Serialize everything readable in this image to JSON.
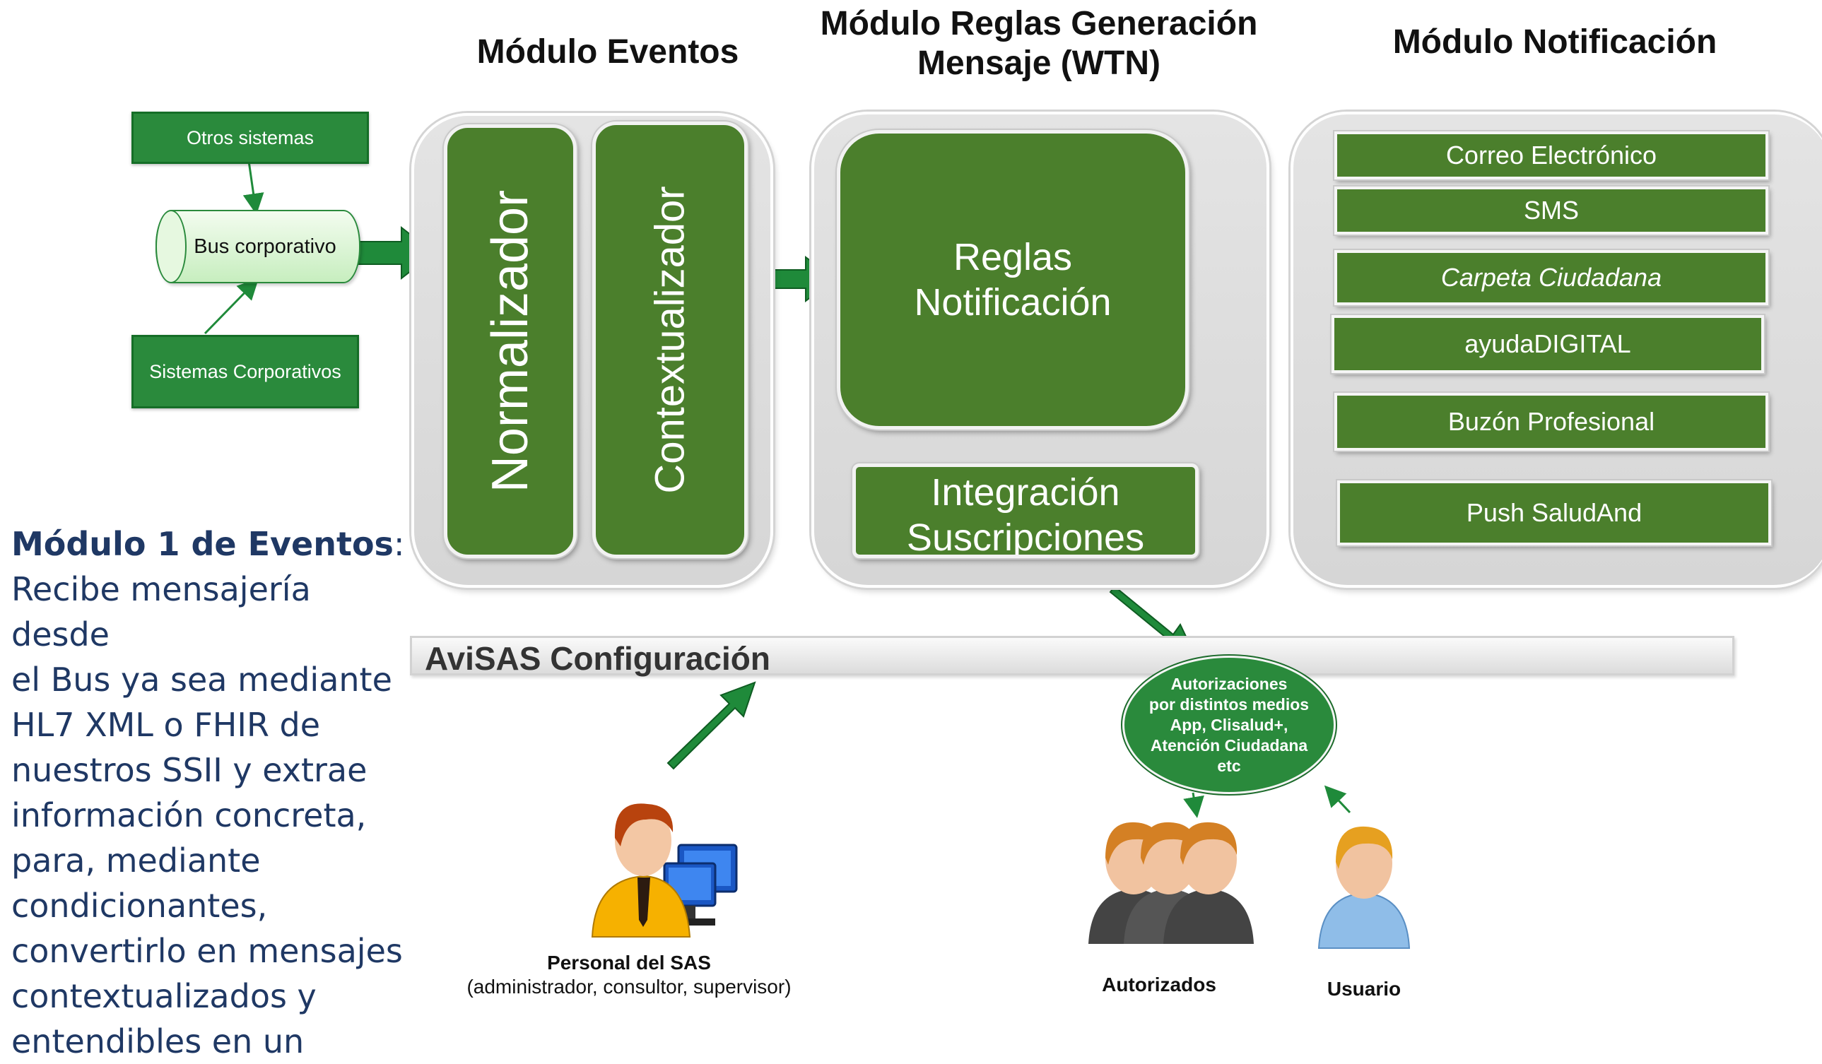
{
  "headers": {
    "eventos": "Módulo Eventos",
    "reglas_line1": "Módulo Reglas Generación",
    "reglas_line2": "Mensaje (WTN)",
    "notificacion": "Módulo Notificación"
  },
  "sources": {
    "otros": "Otros sistemas",
    "bus": "Bus corporativo",
    "corporativos": "Sistemas Corporativos"
  },
  "eventos_module": {
    "normalizador": "Normalizador",
    "contextualizador": "Contextualizador"
  },
  "reglas_module": {
    "reglas_line1": "Reglas",
    "reglas_line2": "Notificación",
    "integracion_line1": "Integración",
    "integracion_line2": "Suscripciones"
  },
  "notification_channels": [
    "Correo Electrónico",
    "SMS",
    "Carpeta Ciudadana",
    "ayudaDIGITAL",
    "Buzón Profesional",
    "Push SaludAnd"
  ],
  "config_bar": "AviSAS Configuración",
  "authorizations": {
    "line1": "Autorizaciones",
    "line2": "por distintos medios",
    "line3": "App, Clisalud+,",
    "line4": "Atención Ciudadana",
    "line5": "etc"
  },
  "people": {
    "personal_title": "Personal del SAS",
    "personal_roles": "(administrador, consultor, supervisor)",
    "autorizados": "Autorizados",
    "usuario": "Usuario"
  },
  "description": {
    "title": "Módulo 1 de Eventos",
    "colon": ":",
    "lines": [
      "Recibe mensajería desde",
      "el Bus ya sea mediante",
      "HL7 XML o FHIR de",
      "nuestros SSII y extrae",
      "información concreta,",
      "para, mediante",
      "condicionantes,",
      "convertirlo en mensajes",
      "contextualizados y",
      "entendibles en un"
    ]
  },
  "colors": {
    "green_box": "#2a8a3c",
    "module_green": "#4b7f2c",
    "arrow_green": "#1f8a3a",
    "panel_gray": "#dcdcdc",
    "description_text": "#1f3864"
  }
}
